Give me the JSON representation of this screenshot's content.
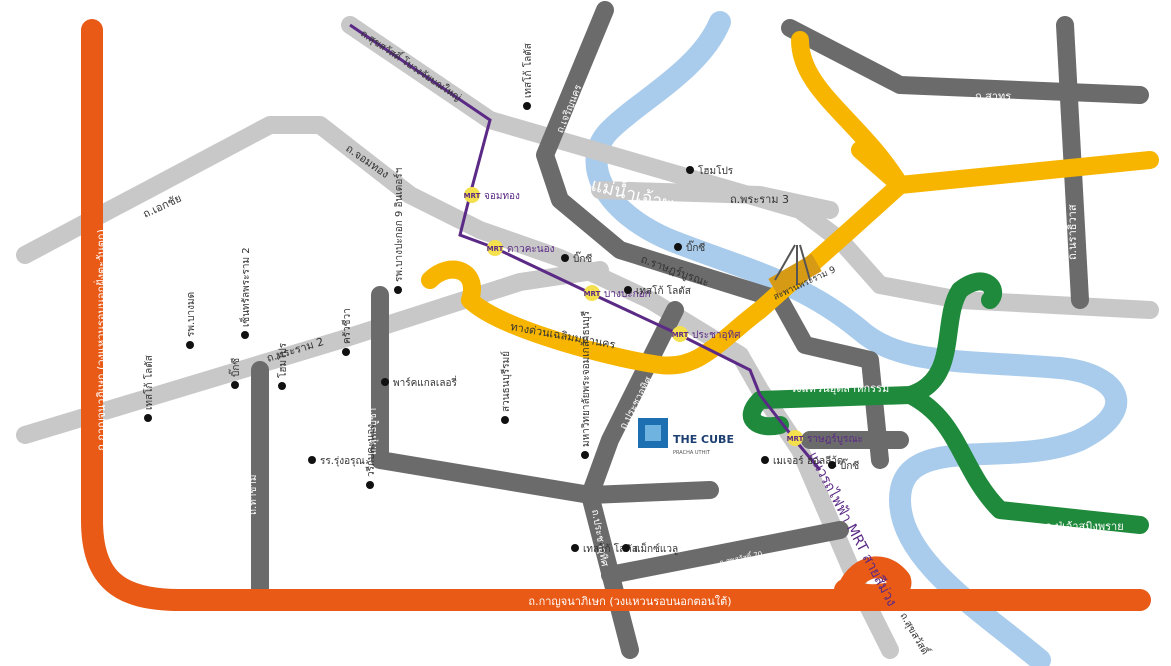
{
  "colors": {
    "background": "#ffffff",
    "river": "#a9ccec",
    "road_light": "#c8c8c8",
    "road_dark": "#6b6b6b",
    "orange_ring": "#e85a16",
    "expressway": "#f7b500",
    "green_ring": "#1f8a3c",
    "mrt_line": "#5b2a86",
    "mrt_badge": "#f4e04d",
    "label_dark": "#333333",
    "label_white": "#ffffff"
  },
  "river": {
    "name": "แม่น้ำเจ้าพระยา"
  },
  "roads": {
    "ring_west": "ถ.กาญจนาภิเษก (วงแหวนรอบนอกฝั่งตะวันตก)",
    "ring_south": "ถ.กาญจนาภิเษก (วงแหวนรอบนอกตอนใต้)",
    "sukhumvit_bang_yai": "ถ.สุขสวัสดิ์ โบวงจัยบฌใหญ่",
    "charoen_nakhon": "ถ.เจริญนคร",
    "sathon": "ถ.สาทร",
    "rama3": "ถ.พระราม 3",
    "rama2": "ถ.พระราม 2",
    "ekkachai": "ถ.เอกชัย",
    "chom_thong": "ถ.จอมทอง",
    "rat_burana": "ถ.ราษฎร์บูรณะ",
    "nararat": "ถ.นราธิวาส",
    "pracha_uthit": "ถ.ประชาอุทิศ",
    "phutthabucha": "ถ.พุทธบูชา",
    "tha_kham": "ถ.ท่าข้าม",
    "suksawat": "ถ.สุขสวัสดิ์",
    "pracha_uthit_32": "ถ.ประชาอุทิศ 32",
    "suksawat_70": "ถ.สุขสวัสดิ์ 70",
    "pracha_uthit_lower": "ถ.ประชาอุทิศ",
    "chalerm_mahanakorn": "ทางด่วนเฉลิมมหานคร",
    "industrial_ring": "วงแหวนอุตสาหกรรม",
    "pu_chao": "ถ.ปู่เจ้าสมิงพราย"
  },
  "bridge": "สะพานพระราม 9",
  "mrt": {
    "badge_text": "MRT",
    "line_label": "แนวรถไฟฟ้า MRT สายสีม่วง",
    "stations": [
      "จอมทอง",
      "ดาวคะนอง",
      "บางปะกอก",
      "ประชาอุทิศ",
      "ราษฎร์บูรณะ"
    ]
  },
  "places": [
    {
      "id": "tesco-top",
      "label": "เทสโก้ โลตัส"
    },
    {
      "id": "homepro-top",
      "label": "โฮมโปร"
    },
    {
      "id": "bigc-1",
      "label": "บิ๊กซี"
    },
    {
      "id": "bigc-2",
      "label": "บิ๊กซี"
    },
    {
      "id": "tesco-mid",
      "label": "เทสโก้ โลตัส"
    },
    {
      "id": "hospital-bangmod",
      "label": "รพ.บางมด"
    },
    {
      "id": "central-rama2",
      "label": "เซ็นทรัลพระราม 2"
    },
    {
      "id": "hospital-rama9",
      "label": "รพ.บางปะกอก 9 อินเตอร์ฯ"
    },
    {
      "id": "bigc-3",
      "label": "บิ๊กซี"
    },
    {
      "id": "homepro-mid",
      "label": "โฮมโปร"
    },
    {
      "id": "tesco-left",
      "label": "เทสโก้ โลตัส"
    },
    {
      "id": "krua-siwa",
      "label": "ครัวชีวา"
    },
    {
      "id": "park-gallery",
      "label": "พาร์คแกลเลอรี่"
    },
    {
      "id": "school",
      "label": "รร.รุ่งอรุณ"
    },
    {
      "id": "suan-thon",
      "label": "สวนธนบุรีรมย์"
    },
    {
      "id": "kmutt",
      "label": "มหาวิทยาลัยพระจอมเกล้าธนบุรี"
    },
    {
      "id": "varee",
      "label": "วรีกับคะนอง"
    },
    {
      "id": "major",
      "label": "เมเจอร์ ฮอลลีวู้ด"
    },
    {
      "id": "bigc-4",
      "label": "บิ๊กซี"
    },
    {
      "id": "tesco-bottom",
      "label": "เทสโก้ โลตัส"
    },
    {
      "id": "makro",
      "label": "แม็กซ์แวลู"
    }
  ],
  "project": {
    "name": "THE CUBE",
    "sub": "PRACHA UTHIT"
  }
}
